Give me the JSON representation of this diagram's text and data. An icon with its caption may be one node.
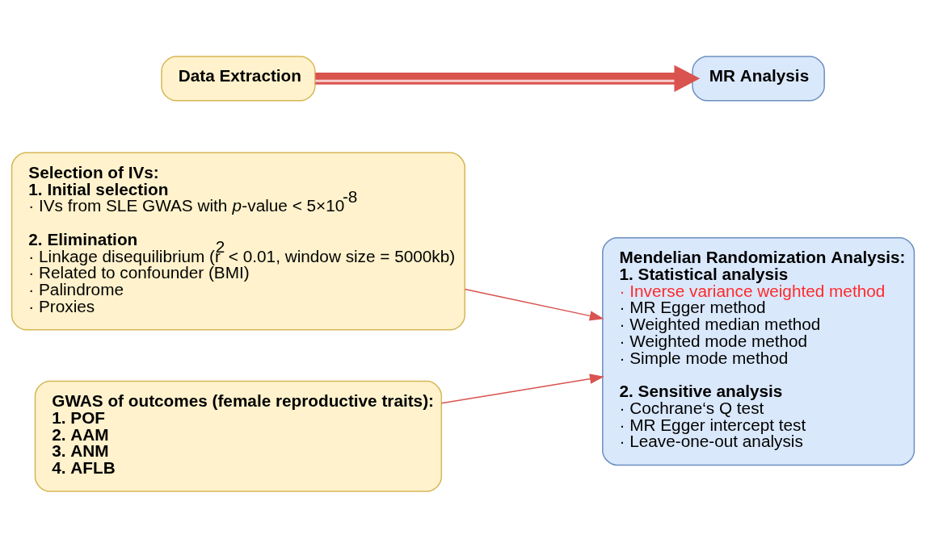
{
  "diagram": {
    "nodes": [
      {
        "text": [
          "Data Extraction"
        ]
      },
      {
        "text": [
          "MR Analysis"
        ]
      },
      {
        "text": [
          "Selection of IVs:",
          "1. Initial selection",
          "· IVs from SLE GWAS with *p*-value < 5×10$^{-8}$",
          "2. Elimination",
          "· Linkage disequilibrium (r$^{2}$ < 0.01, window size = 5000kb)",
          "· Related to confounder (BMI)",
          "· Palindrome",
          "· Proxies"
        ]
      },
      {
        "text": [
          "GWAS of outcomes (female reproductive traits):",
          "1. POF",
          "2. AAM",
          "3. ANM",
          "4. AFLB"
        ]
      },
      {
        "text": [
          "Mendelian Randomization Analysis:",
          "1. Statistical analysis",
          "· Inverse variance weighted method",
          "· MR Egger method",
          "· Weighted median method",
          "· Weighted mode method",
          "· Simple mode method",
          "2. Sensitive analysis",
          "· Cochrane‘s Q test",
          "· MR Egger intercept test",
          "· Leave-one-out analysis"
        ]
      }
    ],
    "edges": [
      {
        "from": 0,
        "to": 1,
        "arrow": "to",
        "style": "thick"
      },
      {
        "from": 2,
        "to": 4,
        "arrow": "to"
      },
      {
        "from": 3,
        "to": 4,
        "arrow": "to"
      }
    ]
  }
}
